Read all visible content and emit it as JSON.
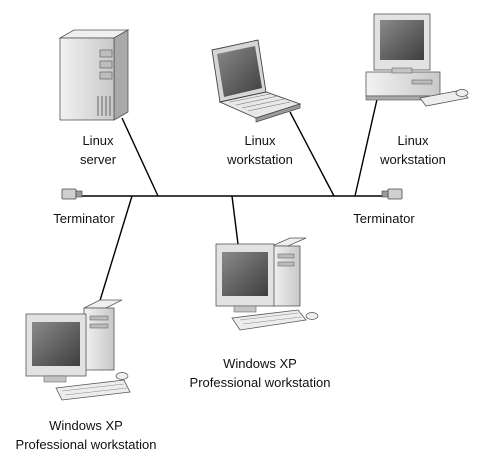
{
  "diagram": {
    "nodes": {
      "linux_server": {
        "line1": "Linux",
        "line2": "server"
      },
      "linux_workstation_laptop": {
        "line1": "Linux",
        "line2": "workstation"
      },
      "linux_workstation_desktop": {
        "line1": "Linux",
        "line2": "workstation"
      },
      "terminator_left": {
        "label": "Terminator"
      },
      "terminator_right": {
        "label": "Terminator"
      },
      "winxp_center": {
        "line1": "Windows XP",
        "line2": "Professional workstation"
      },
      "winxp_left": {
        "line1": "Windows XP",
        "line2": "Professional workstation"
      }
    },
    "icons": {
      "server": "server-tower-icon",
      "laptop": "laptop-icon",
      "desktop": "desktop-computer-icon",
      "terminator": "terminator-plug-icon"
    },
    "colors": {
      "line": "#000000",
      "device_body": "#d9d9d9",
      "screen": "#5a5a5a"
    }
  }
}
